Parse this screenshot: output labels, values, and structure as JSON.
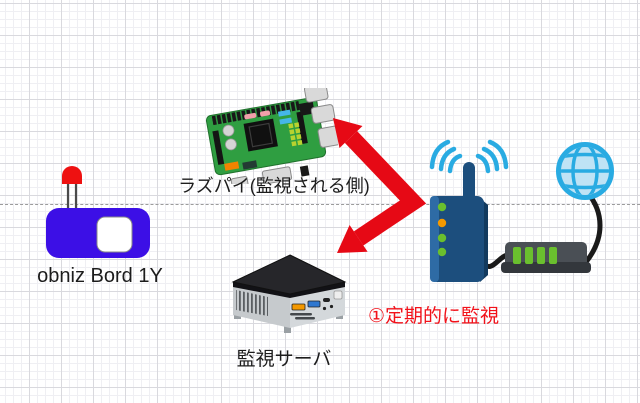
{
  "diagram": {
    "labels": {
      "obniz_board": "obniz Bord 1Y",
      "raspberry_pi": "ラズパイ(監視される側)",
      "monitoring_server": "監視サーバ"
    },
    "annotation": {
      "text": "①定期的に監視",
      "color": "#f2121a"
    },
    "arrow": {
      "type": "double-headed",
      "color": "#e60915",
      "between": [
        "wifi-router",
        "raspberry-pi",
        "monitoring-server"
      ]
    },
    "colors": {
      "obniz_blue": "#3c0fe6",
      "led_red": "#ee1111",
      "pi_green": "#2f9e41",
      "server_black": "#26262a",
      "server_gray": "#c6cacd",
      "router_navy": "#1c4e7d",
      "wifi_blue": "#29abe2",
      "globe_fill": "#bfe3f5",
      "lamp_green": "#6abf2e",
      "lamp_orange": "#f39800",
      "grid_major": "#d9d9de",
      "grid_minor": "#efeff3",
      "dashed_line": "#9b9b9b"
    },
    "icons": [
      {
        "name": "led-icon"
      },
      {
        "name": "obniz-board-icon"
      },
      {
        "name": "raspberry-pi-icon"
      },
      {
        "name": "mini-pc-server-icon"
      },
      {
        "name": "wifi-router-icon"
      },
      {
        "name": "wifi-waves-icon"
      },
      {
        "name": "antenna-icon"
      },
      {
        "name": "modem-icon"
      },
      {
        "name": "internet-globe-icon"
      },
      {
        "name": "cable-line"
      },
      {
        "name": "double-arrow-icon"
      }
    ]
  }
}
